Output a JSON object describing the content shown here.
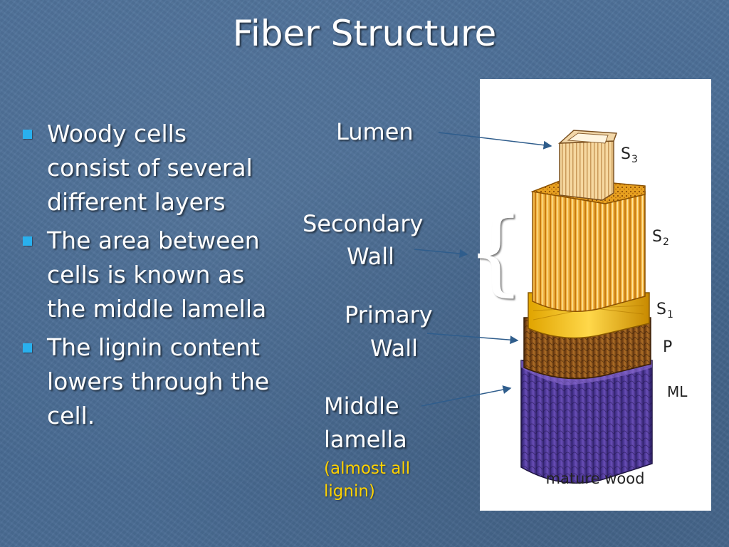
{
  "slide": {
    "title": "Fiber Structure",
    "bullets": [
      "Woody cells consist of several different layers",
      "The area between cells is known as the middle lamella",
      "The lignin content lowers through the cell."
    ]
  },
  "labels": {
    "lumen": "Lumen",
    "secondary_wall_1": "Secondary",
    "secondary_wall_2": "Wall",
    "primary_wall_1": "Primary",
    "primary_wall_2": "Wall",
    "middle_lamella_1": "Middle",
    "middle_lamella_2": "lamella",
    "middle_lamella_note_1": "(almost all",
    "middle_lamella_note_2": "lignin)",
    "brace": "{"
  },
  "diagram": {
    "layer_labels": {
      "s3": "S",
      "s3_sub": "3",
      "s2": "S",
      "s2_sub": "2",
      "s1": "S",
      "s1_sub": "1",
      "p": "P",
      "ml": "ML"
    },
    "caption": "mature wood"
  },
  "colors": {
    "background": "#4a6d96",
    "bullet_marker": "#29b0ee",
    "note_text": "#ffd200",
    "arrow": "#2f5d8c"
  }
}
